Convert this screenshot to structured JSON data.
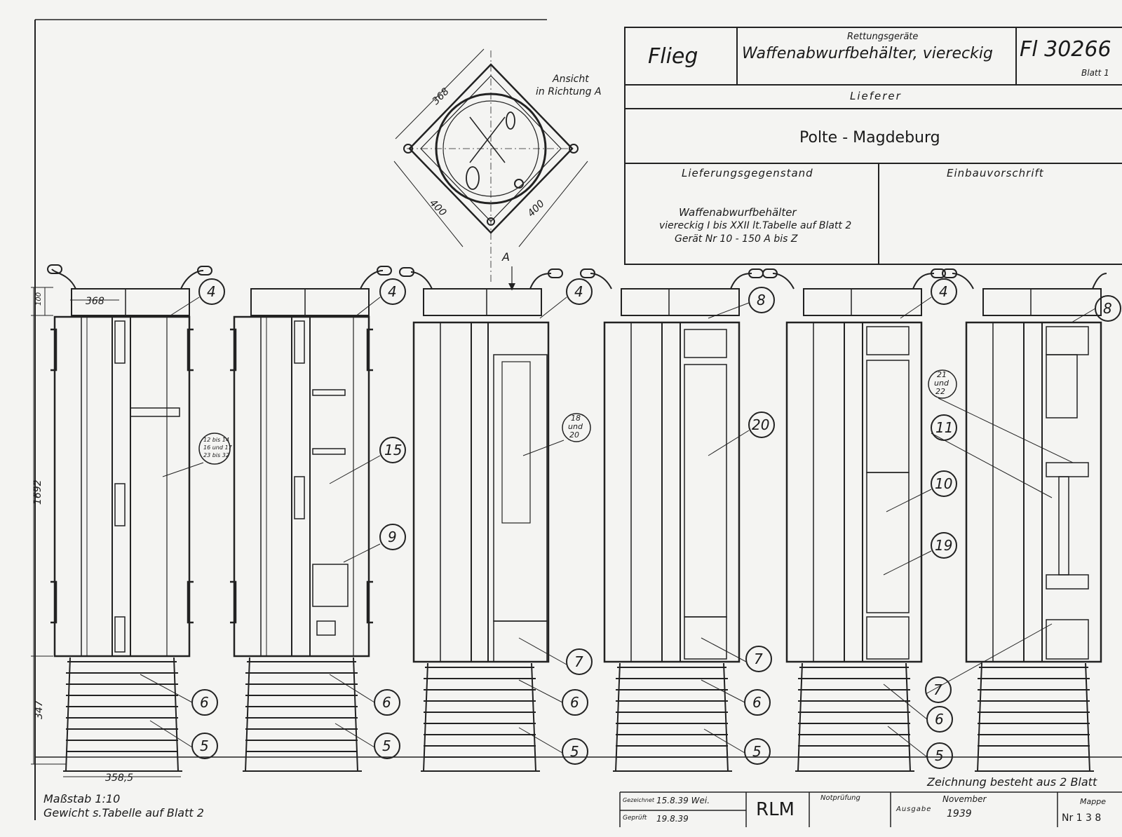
{
  "title_block": {
    "flieg": "Flieg",
    "category": "Rettungsgeräte",
    "title": "Waffenabwurfbehälter, viereckig",
    "drawing_number": "Fl 30266",
    "sheet": "Blatt 1",
    "supplier_label": "Lieferer",
    "supplier": "Polte - Magdeburg",
    "delivery_item_label": "Lieferungsgegenstand",
    "installation_label": "Einbauvorschrift",
    "item_line1": "Waffenabwurfbehälter",
    "item_line2": "viereckig I bis XXII lt.Tabelle auf Blatt 2",
    "item_line3": "Gerät Nr 10 - 150 A bis Z"
  },
  "view": {
    "label_line1": "Ansicht",
    "label_line2": "in Richtung A",
    "dim_top": "368",
    "dim_left": "400",
    "dim_right": "400",
    "arrow_label": "A"
  },
  "dimensions": {
    "lid_height": "100",
    "width": "368",
    "height": "1692",
    "base_height": "347",
    "base_diameter": "358,5"
  },
  "callouts": [
    "4",
    "15",
    "9",
    "6",
    "5",
    "7",
    "8",
    "20",
    "10",
    "19",
    "11"
  ],
  "small_callouts": {
    "c1": [
      "12 bis 14",
      "16 und 17",
      "23 bis 32"
    ],
    "c2": [
      "18",
      "und",
      "20"
    ],
    "c3": [
      "21",
      "und",
      "22"
    ]
  },
  "footer": {
    "note": "Zeichnung besteht aus 2 Blatt",
    "scale": "Maßstab 1:10",
    "weight": "Gewicht s.Tabelle auf Blatt 2",
    "drawn_label": "Gezeichnet",
    "drawn": "15.8.39 Wei.",
    "checked_label": "Geprüft",
    "checked": "19.8.39",
    "rlm": "RLM",
    "notpruefung": "Notprüfung",
    "ausgabe_label": "Ausgabe",
    "ausgabe_month": "November",
    "ausgabe_year": "1939",
    "mappe": "Mappe",
    "mappe_no": "Nr 1 3 8"
  }
}
